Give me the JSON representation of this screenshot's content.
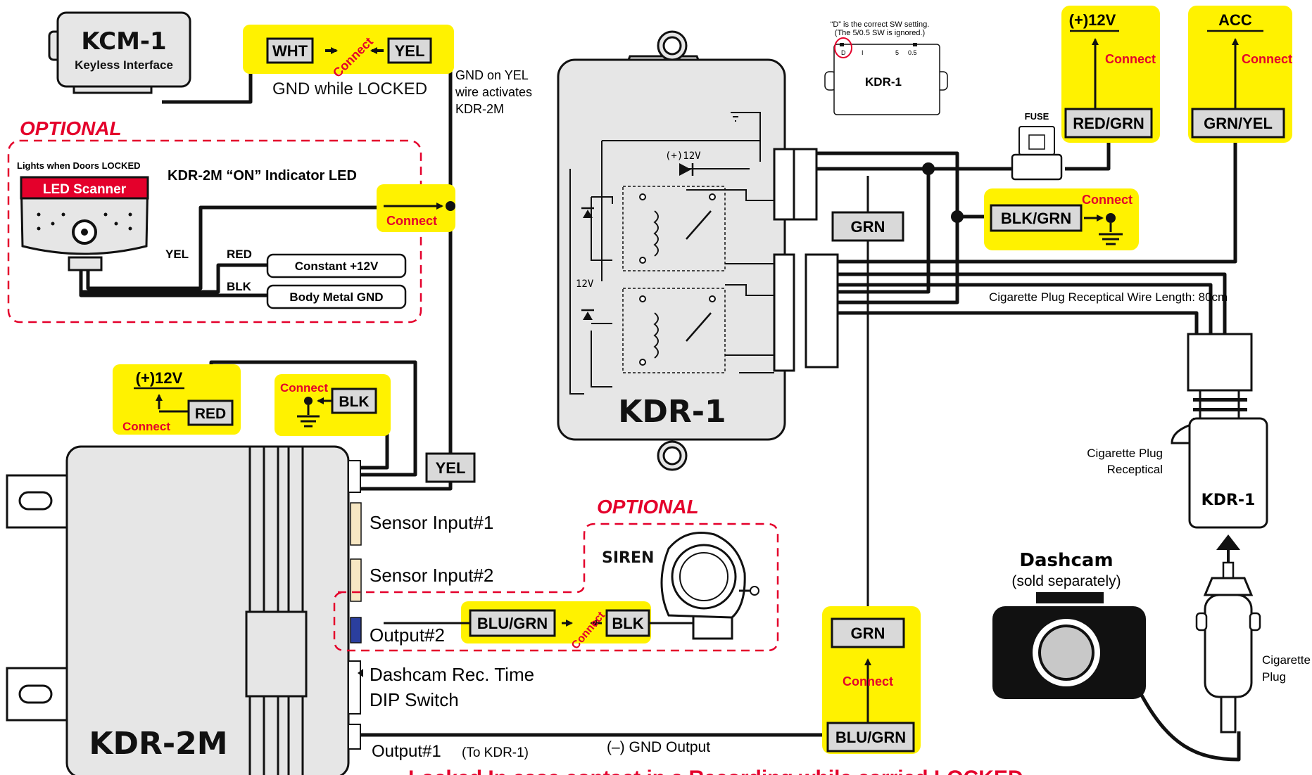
{
  "colors": {
    "highlight": "#fff200",
    "accent_red": "#e4002b",
    "wire": "#111111",
    "device_grey": "#e6e6e6",
    "label_grey": "#d9d9d9",
    "output2_blue": "#2b3f9e",
    "sensor_beige": "#f7e7c3"
  },
  "kcm1": {
    "name": "KCM-1",
    "subtitle": "Keyless Interface"
  },
  "kcm_link": {
    "left_tag": "WHT",
    "right_tag": "YEL",
    "connect": "Connect",
    "caption": "GND while LOCKED"
  },
  "gnd_note": {
    "line1": "GND on YEL",
    "line2": "wire activates",
    "line3": "KDR-2M"
  },
  "optional_top": {
    "title": "OPTIONAL",
    "lights_caption": "Lights when Doors LOCKED",
    "led_scanner": "LED Scanner",
    "indicator_title": "KDR-2M “ON” Indicator LED",
    "connect": "Connect",
    "wire_yel": "YEL",
    "wire_red": "RED",
    "wire_blk": "BLK",
    "constant": "Constant +12V",
    "body_gnd": "Body Metal GND"
  },
  "power_red": {
    "top": "(+)12V",
    "tag": "RED",
    "connect": "Connect"
  },
  "ground_blk": {
    "connect": "Connect",
    "tag": "BLK"
  },
  "yel_tag": "YEL",
  "kdr2m": {
    "name": "KDR-2M",
    "sensor1": "Sensor Input#1",
    "sensor2": "Sensor Input#2",
    "output2": "Output#2",
    "dip_line1": "Dashcam Rec. Time",
    "dip_line2": "DIP Switch",
    "output1": "Output#1",
    "output1_note": "(To KDR-1)",
    "gnd_output": "(–) GND Output"
  },
  "siren_section": {
    "title": "OPTIONAL",
    "siren": "SIREN",
    "tag_left": "BLU/GRN",
    "tag_right": "BLK",
    "connect": "Connect"
  },
  "kdr1_module": {
    "name": "KDR-1",
    "v12_top": "(+)12V",
    "v12_side": "12V",
    "grn_tag": "GRN"
  },
  "sw_inset": {
    "note1": "“D” is the correct SW setting.",
    "note1_bold": "D",
    "note2": "(The 5/0.5 SW is ignored.)",
    "name": "KDR-1",
    "ticks": [
      "D",
      "I",
      "5",
      "0.5"
    ]
  },
  "fuse_label": "FUSE",
  "plus12": {
    "top": "(+)12V",
    "connect": "Connect",
    "tag": "RED/GRN"
  },
  "acc": {
    "top": "ACC",
    "connect": "Connect",
    "tag": "GRN/YEL"
  },
  "blkgrn": {
    "tag": "BLK/GRN",
    "connect": "Connect"
  },
  "cig_length": "Cigarette Plug Receptical Wire Length: 80cm",
  "cig_recept": {
    "line1": "Cigarette Plug",
    "line2": "Receptical",
    "device": "KDR-1"
  },
  "dashcam": {
    "title": "Dashcam",
    "note": "(sold separately)"
  },
  "cig_plug": {
    "line1": "Cigarette",
    "line2": "Plug"
  },
  "grn_bottom": {
    "tag_top": "GRN",
    "connect": "Connect",
    "tag_bottom": "BLU/GRN"
  },
  "bottom_caption": "Locked In case contact in a Recording while carried LOCKED"
}
